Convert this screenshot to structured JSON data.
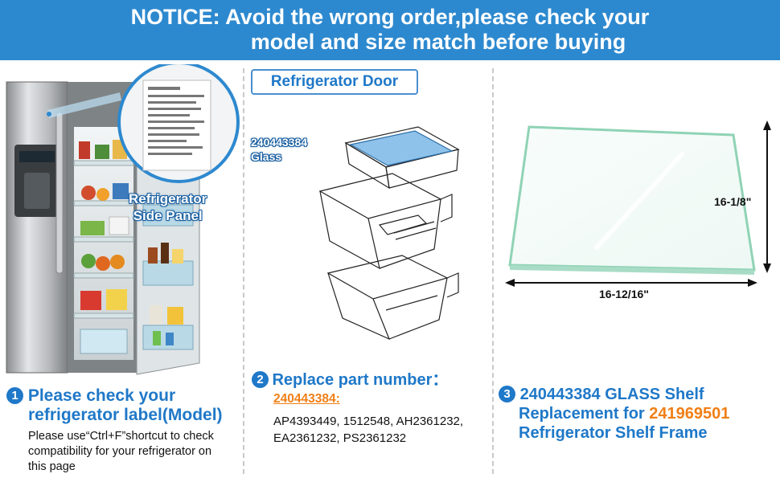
{
  "banner": {
    "line1": "NOTICE: Avoid the wrong order,please check your",
    "line2": "model and size match before buying"
  },
  "panel1": {
    "callout": {
      "line1": "Refrigerator",
      "line2": "Side Panel"
    },
    "step_number": "1",
    "heading_line1": "Please check your",
    "heading_line2": "refrigerator label(Model)",
    "body_line1": "Please use“Ctrl+F”shortcut to check",
    "body_line2": "compatibility for your refrigerator on",
    "body_line3": "this page"
  },
  "panel2": {
    "title": "Refrigerator Door",
    "callout_part": "240443384",
    "callout_material": "Glass",
    "step_number": "2",
    "heading": "Replace part number：",
    "part_number": "240443384:",
    "alt_parts_line1": "AP4393449, 1512548, AH2361232,",
    "alt_parts_line2": "EA2361232, PS2361232"
  },
  "panel3": {
    "height_dim": "16-1/8\"",
    "width_dim": "16-12/16\"",
    "step_number": "3",
    "heading_line1": "240443384 GLASS Shelf",
    "heading_line2_prefix": "Replacement for ",
    "heading_line2_part": "241969501",
    "heading_line3": "Refrigerator Shelf Frame"
  },
  "colors": {
    "banner": "#2d89cf",
    "accent_blue": "#1f78c8",
    "accent_orange": "#f07f16",
    "glass_edge": "#8fd3b5"
  },
  "icons": [
    "fridge-image",
    "label-magnifier-icon",
    "door-bin-diagram",
    "glass-shelf-image",
    "dimension-arrow-icon"
  ]
}
